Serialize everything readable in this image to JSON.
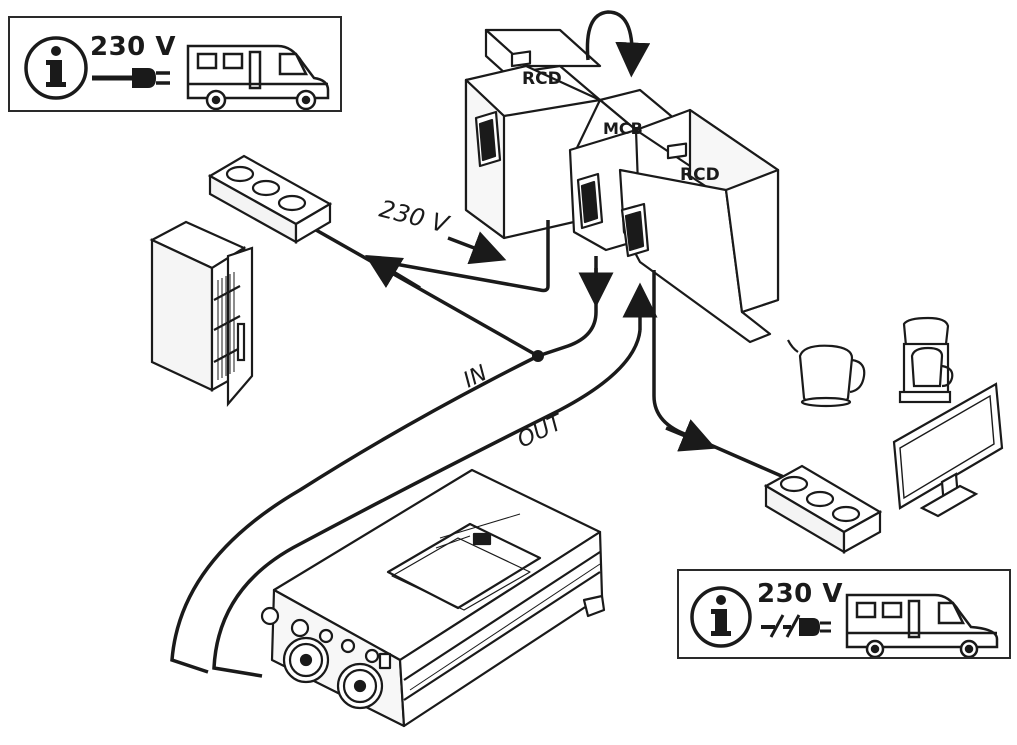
{
  "info_top": {
    "voltage": "230 V"
  },
  "info_bottom": {
    "voltage": "230 V"
  },
  "panel": {
    "rcd_left_label": "RCD",
    "mcb_label": "MCB",
    "rcd_right_label": "RCD"
  },
  "wire_labels": {
    "supply": "230 V",
    "in": "IN",
    "out": "OUT"
  }
}
